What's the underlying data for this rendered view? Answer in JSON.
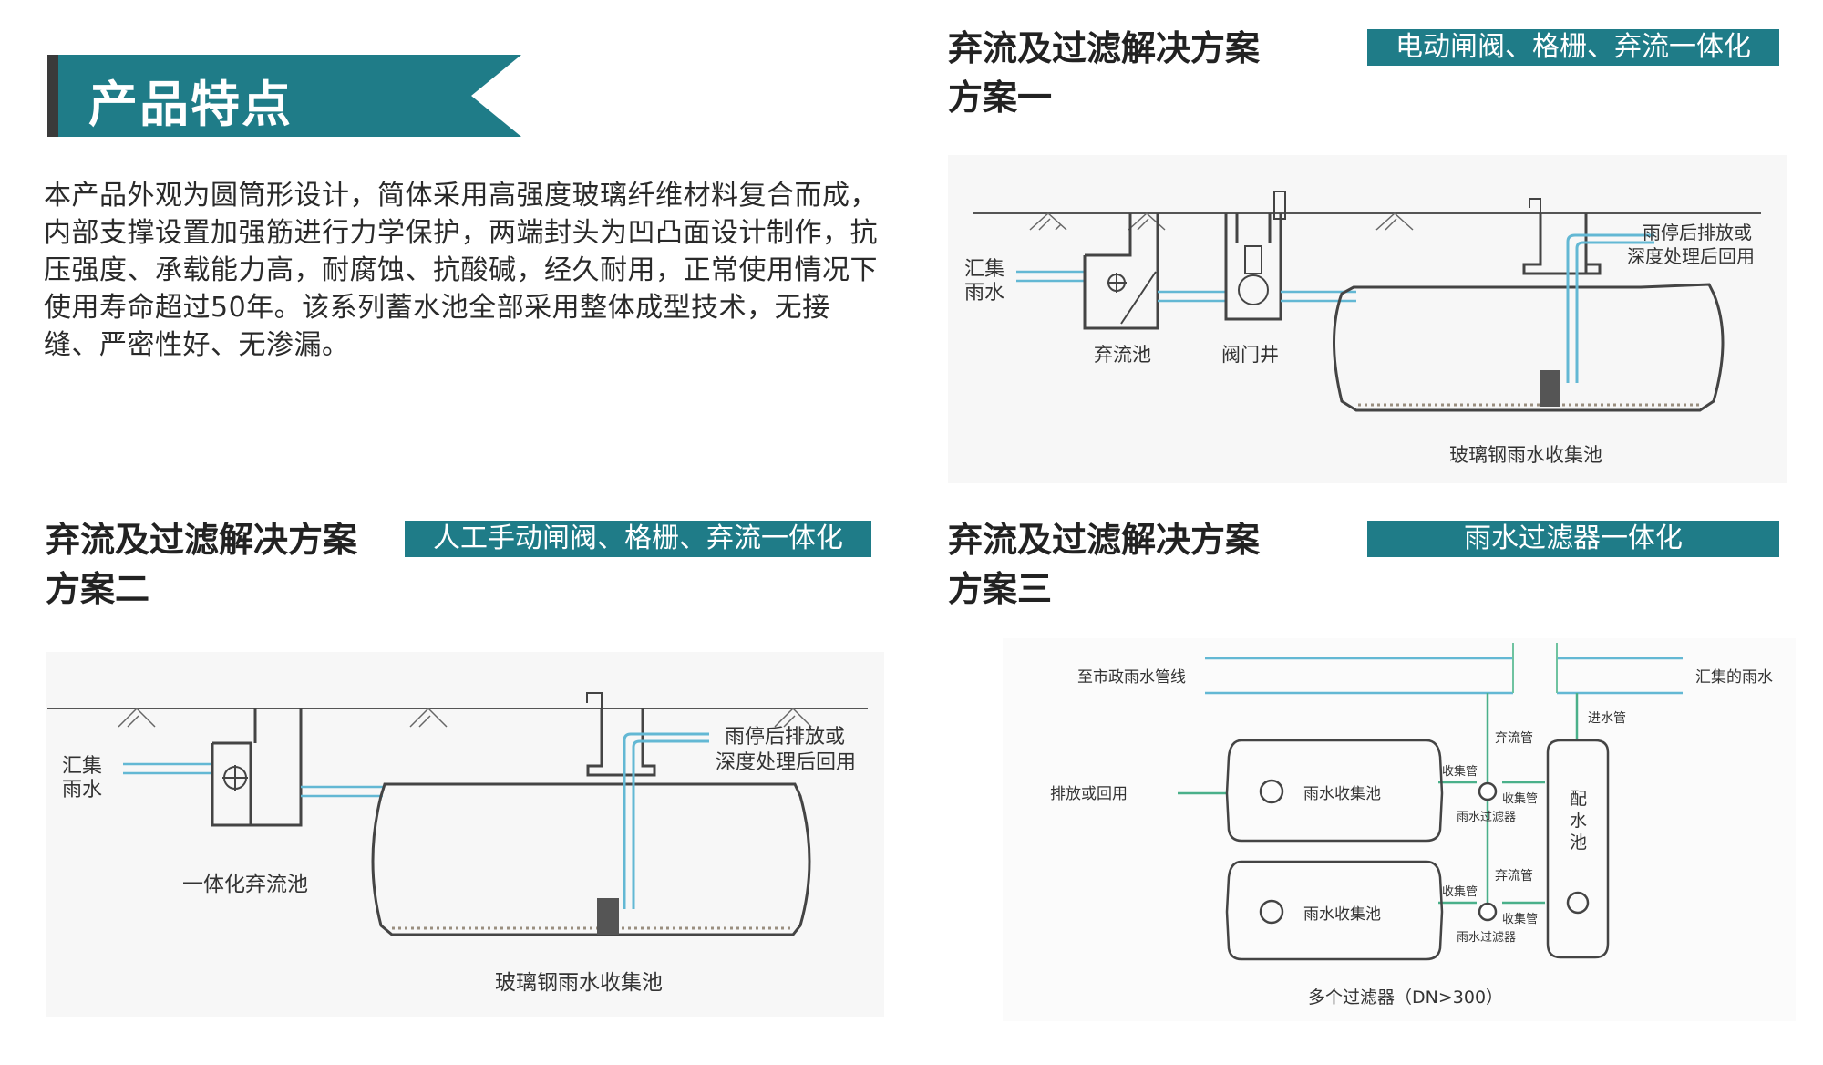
{
  "header": {
    "title": "产品特点"
  },
  "intro": {
    "text": "本产品外观为圆筒形设计，简体采用高强度玻璃纤维材料复合而成，内部支撑设置加强筋进行力学保护，两端封头为凹凸面设计制作，抗压强度、承载能力高，耐腐蚀、抗酸碱，经久耐用，正常使用情况下使用寿命超过50年。该系列蓄水池全部采用整体成型技术，无接缝、严密性好、无渗漏。"
  },
  "plan1": {
    "title": "弃流及过滤解决方案",
    "subtitle": "方案一",
    "tag": "电动闸阀、格栅、弃流一体化",
    "labels": {
      "inflow_line1": "汇集",
      "inflow_line2": "雨水",
      "diversion_tank": "弃流池",
      "valve_well": "阀门井",
      "outflow_line1": "雨停后排放或",
      "outflow_line2": "深度处理后回用",
      "collection_tank": "玻璃钢雨水收集池"
    }
  },
  "plan2": {
    "title": "弃流及过滤解决方案",
    "subtitle": "方案二",
    "tag": "人工手动闸阀、格栅、弃流一体化",
    "labels": {
      "inflow_line1": "汇集",
      "inflow_line2": "雨水",
      "integrated_tank": "一体化弃流池",
      "outflow_line1": "雨停后排放或",
      "outflow_line2": "深度处理后回用",
      "collection_tank": "玻璃钢雨水收集池"
    }
  },
  "plan3": {
    "title": "弃流及过滤解决方案",
    "subtitle": "方案三",
    "tag": "雨水过滤器一体化",
    "labels": {
      "municipal": "至市政雨水管线",
      "collected_rain": "汇集的雨水",
      "inlet_pipe": "进水管",
      "diversion_pipe_1": "弃流管",
      "diversion_pipe_2": "弃流管",
      "discharge": "排放或回用",
      "tank_1": "雨水收集池",
      "tank_2": "雨水收集池",
      "collect_pipe_a1": "收集管",
      "collect_pipe_b1": "收集管",
      "filter_1": "雨水过滤器",
      "collect_pipe_a2": "收集管",
      "collect_pipe_b2": "收集管",
      "filter_2": "雨水过滤器",
      "distribution_tank_1": "配",
      "distribution_tank_2": "水",
      "distribution_tank_3": "池",
      "caption": "多个过滤器（DN>300）"
    }
  },
  "colors": {
    "teal": "#1f7c88",
    "pipe_blue": "#63b8d4",
    "pipe_green": "#4ab08a",
    "line": "#555555"
  }
}
